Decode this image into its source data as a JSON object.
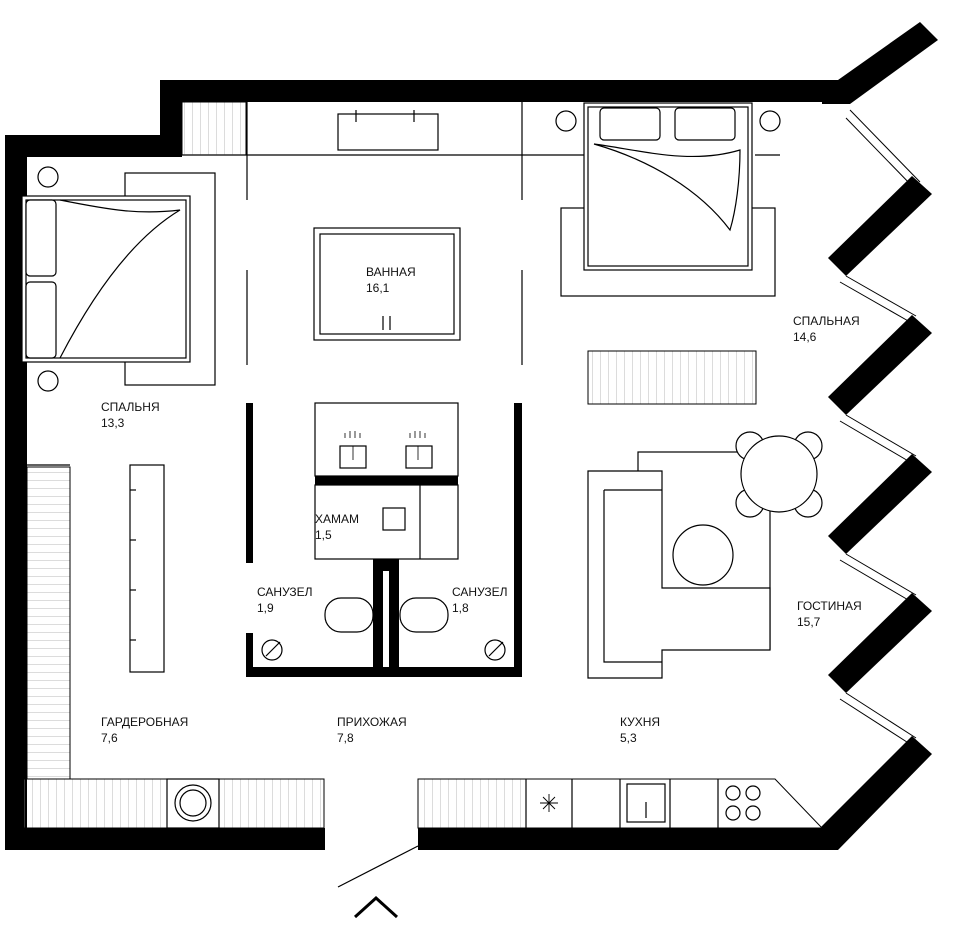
{
  "rooms": {
    "bedroom_left": {
      "name": "СПАЛЬНЯ",
      "area": "13,3"
    },
    "bathroom": {
      "name": "ВАННАЯ",
      "area": "16,1"
    },
    "bedroom_right": {
      "name": "СПАЛЬНАЯ",
      "area": "14,6"
    },
    "hamam": {
      "name": "ХАМАМ",
      "area": "1,5"
    },
    "wc_left": {
      "name": "САНУЗЕЛ",
      "area": "1,9"
    },
    "wc_right": {
      "name": "САНУЗЕЛ",
      "area": "1,8"
    },
    "living": {
      "name": "ГОСТИНАЯ",
      "area": "15,7"
    },
    "wardrobe": {
      "name": "ГАРДЕРОБНАЯ",
      "area": "7,6"
    },
    "hallway": {
      "name": "ПРИХОЖАЯ",
      "area": "7,8"
    },
    "kitchen": {
      "name": "КУХНЯ",
      "area": "5,3"
    }
  },
  "icons": {
    "entrance": "chevron-up-icon",
    "washer": "washing-machine-icon",
    "stove": "cooktop-icon",
    "shower": "shower-icon",
    "toilet": "toilet-icon"
  },
  "colors": {
    "wall": "#000000",
    "line": "#000000",
    "background": "#ffffff"
  }
}
